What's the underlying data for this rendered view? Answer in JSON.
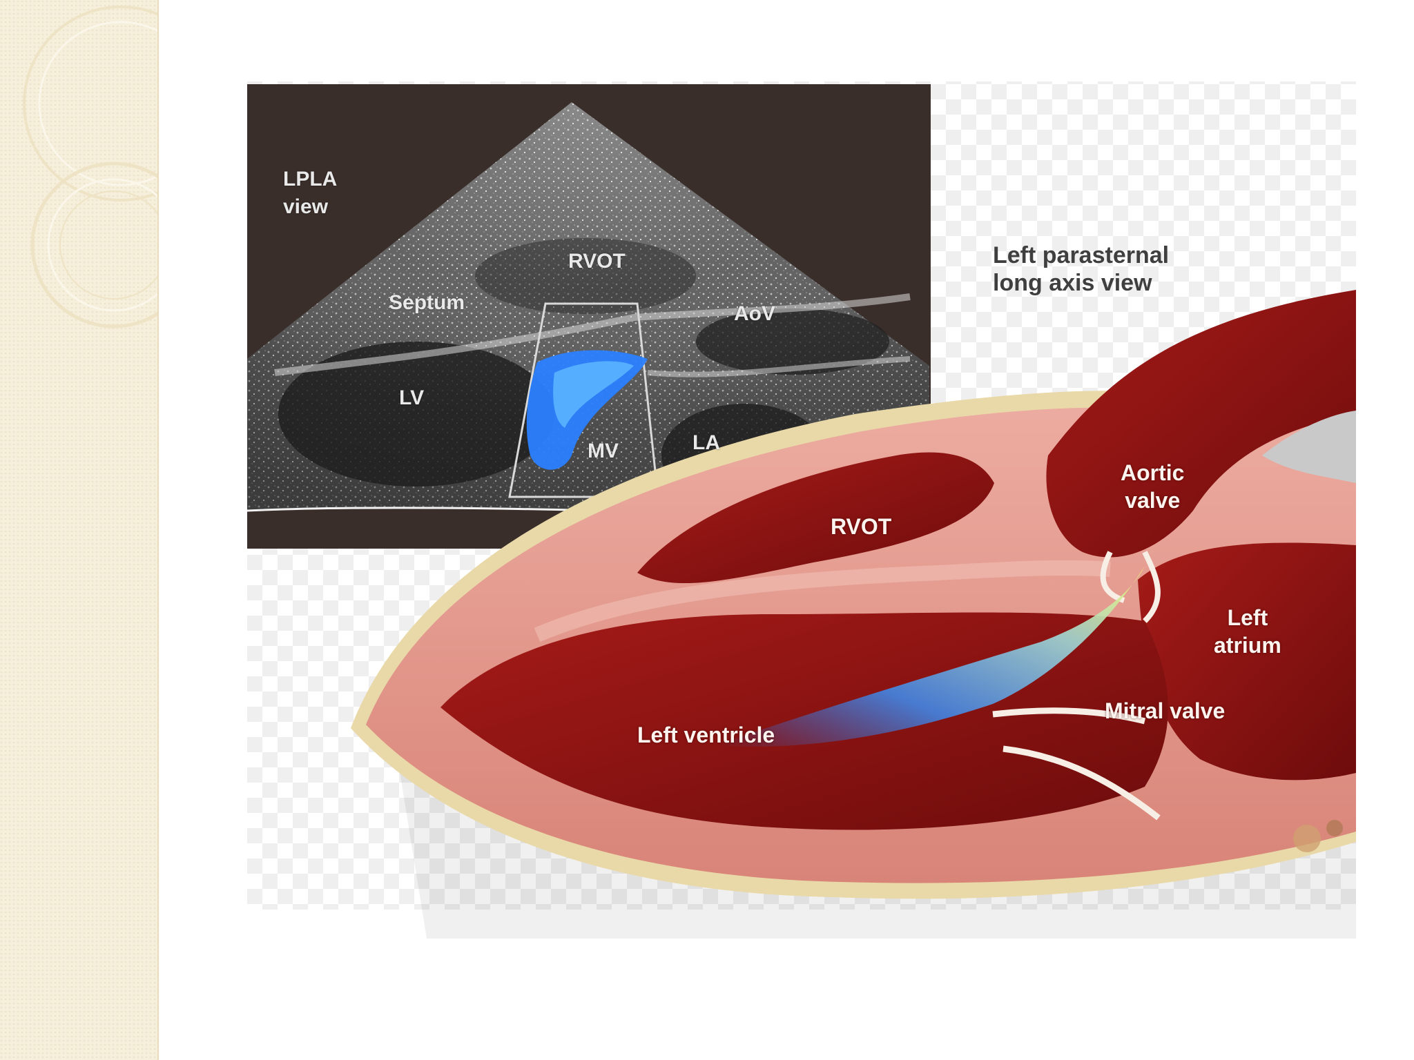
{
  "echo": {
    "view_label_line1": "LPLA",
    "view_label_line2": "view",
    "rvot": "RVOT",
    "septum": "Septum",
    "aov": "AoV",
    "lv": "LV",
    "mv": "MV",
    "la": "LA"
  },
  "caption": {
    "line1": "Left parasternal",
    "line2": "long axis view"
  },
  "heart": {
    "rvot": "RVOT",
    "aortic_valve_line1": "Aortic",
    "aortic_valve_line2": "valve",
    "left_atrium_line1": "Left",
    "left_atrium_line2": "atrium",
    "mitral_valve": "Mitral valve",
    "left_ventricle": "Left ventricle"
  },
  "colors": {
    "sidebar": "#f6efdc",
    "echo_background": "#3a2e2a",
    "myocardium": "#e8a49a",
    "blood": "#8e1414",
    "doppler_blue": "#2a7fff",
    "doppler_yellow": "#f3f36a"
  }
}
